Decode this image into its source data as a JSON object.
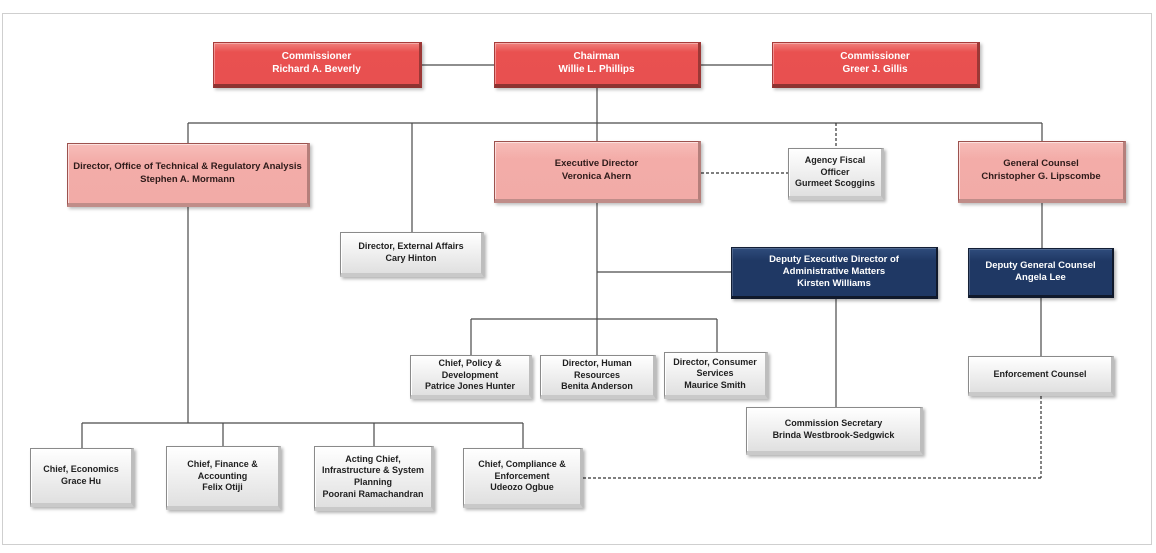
{
  "org_chart": {
    "nodes": [
      {
        "id": "commissioner-beverly",
        "role": "Commissioner",
        "name": "Richard A. Beverly",
        "style": "red"
      },
      {
        "id": "chairman-phillips",
        "role": "Chairman",
        "name": "Willie L. Phillips",
        "style": "red"
      },
      {
        "id": "commissioner-gillis",
        "role": "Commissioner",
        "name": "Greer J. Gillis",
        "style": "red"
      },
      {
        "id": "director-technical-regulatory-analysis",
        "role": "Director, Office of Technical & Regulatory Analysis",
        "name": "Stephen A. Mormann",
        "style": "pink"
      },
      {
        "id": "executive-director",
        "role": "Executive Director",
        "name": "Veronica Ahern",
        "style": "pink"
      },
      {
        "id": "agency-fiscal-officer",
        "role": "Agency Fiscal Officer",
        "name": "Gurmeet Scoggins",
        "style": "gray"
      },
      {
        "id": "general-counsel",
        "role": "General Counsel",
        "name": "Christopher G. Lipscombe",
        "style": "pink"
      },
      {
        "id": "director-external-affairs",
        "role": "Director, External Affairs",
        "name": "Cary Hinton",
        "style": "gray"
      },
      {
        "id": "deputy-executive-director",
        "role": "Deputy Executive Director of Administrative Matters",
        "name": "Kirsten Williams",
        "style": "navy"
      },
      {
        "id": "deputy-general-counsel",
        "role": "Deputy General Counsel",
        "name": "Angela Lee",
        "style": "navy"
      },
      {
        "id": "chief-policy-development",
        "role": "Chief, Policy & Development",
        "name": "Patrice Jones Hunter",
        "style": "gray"
      },
      {
        "id": "director-human-resources",
        "role": "Director, Human Resources",
        "name": "Benita Anderson",
        "style": "gray"
      },
      {
        "id": "director-consumer-services",
        "role": "Director, Consumer Services",
        "name": "Maurice Smith",
        "style": "gray"
      },
      {
        "id": "enforcement-counsel",
        "role": "Enforcement Counsel",
        "name": "",
        "style": "gray"
      },
      {
        "id": "commission-secretary",
        "role": "Commission Secretary",
        "name": "Brinda Westbrook-Sedgwick",
        "style": "gray"
      },
      {
        "id": "chief-economics",
        "role": "Chief, Economics",
        "name": "Grace Hu",
        "style": "gray"
      },
      {
        "id": "chief-finance-accounting",
        "role": "Chief, Finance & Accounting",
        "name": "Felix Otiji",
        "style": "gray"
      },
      {
        "id": "acting-chief-infrastructure",
        "role": "Acting Chief, Infrastructure & System Planning",
        "name": "Poorani Ramachandran",
        "style": "gray"
      },
      {
        "id": "chief-compliance-enforcement",
        "role": "Chief, Compliance & Enforcement",
        "name": "Udeozo Ogbue",
        "style": "gray"
      }
    ],
    "edges": [
      {
        "from": "commissioner-beverly",
        "to": "chairman-phillips",
        "style": "solid"
      },
      {
        "from": "chairman-phillips",
        "to": "commissioner-gillis",
        "style": "solid"
      },
      {
        "from": "chairman-phillips",
        "to": "director-technical-regulatory-analysis",
        "style": "solid"
      },
      {
        "from": "chairman-phillips",
        "to": "director-external-affairs",
        "style": "solid"
      },
      {
        "from": "chairman-phillips",
        "to": "executive-director",
        "style": "solid"
      },
      {
        "from": "chairman-phillips",
        "to": "agency-fiscal-officer",
        "style": "dashed"
      },
      {
        "from": "chairman-phillips",
        "to": "general-counsel",
        "style": "solid"
      },
      {
        "from": "executive-director",
        "to": "agency-fiscal-officer",
        "style": "dashed"
      },
      {
        "from": "executive-director",
        "to": "deputy-executive-director",
        "style": "solid"
      },
      {
        "from": "executive-director",
        "to": "chief-policy-development",
        "style": "solid"
      },
      {
        "from": "executive-director",
        "to": "director-human-resources",
        "style": "solid"
      },
      {
        "from": "executive-director",
        "to": "director-consumer-services",
        "style": "solid"
      },
      {
        "from": "deputy-executive-director",
        "to": "commission-secretary",
        "style": "solid"
      },
      {
        "from": "general-counsel",
        "to": "deputy-general-counsel",
        "style": "solid"
      },
      {
        "from": "deputy-general-counsel",
        "to": "enforcement-counsel",
        "style": "solid"
      },
      {
        "from": "enforcement-counsel",
        "to": "chief-compliance-enforcement",
        "style": "dashed"
      },
      {
        "from": "director-technical-regulatory-analysis",
        "to": "chief-economics",
        "style": "solid"
      },
      {
        "from": "director-technical-regulatory-analysis",
        "to": "chief-finance-accounting",
        "style": "solid"
      },
      {
        "from": "director-technical-regulatory-analysis",
        "to": "acting-chief-infrastructure",
        "style": "solid"
      },
      {
        "from": "director-technical-regulatory-analysis",
        "to": "chief-compliance-enforcement",
        "style": "solid"
      }
    ],
    "colors": {
      "commissioner_box": "#E85050",
      "director_box": "#F2ABA7",
      "deputy_box": "#1F3864",
      "staff_box_top": "#FFFFFF",
      "staff_box_bottom": "#E0E0E0",
      "connector_line": "#4A4A4A"
    }
  }
}
